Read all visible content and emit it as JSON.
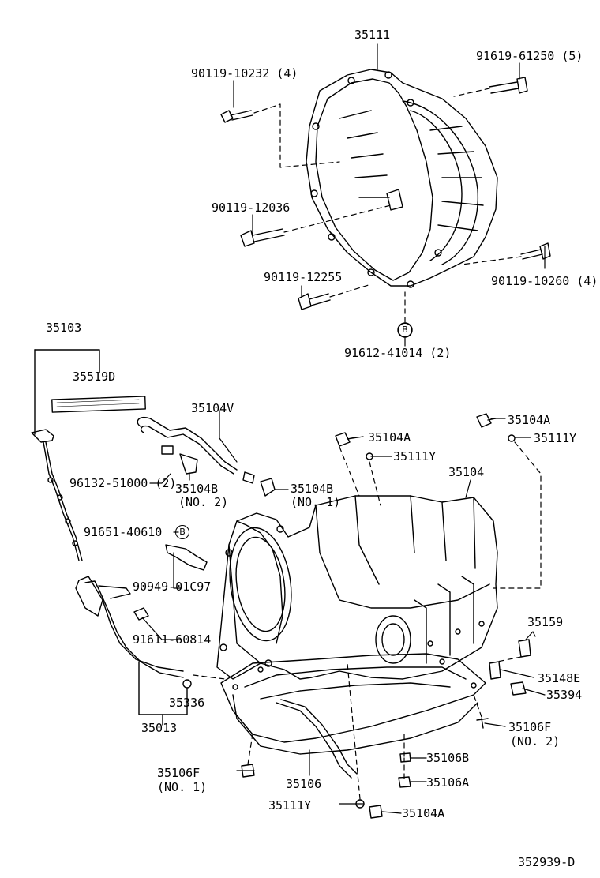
{
  "diagram_code": "352939-D",
  "labels": {
    "p35111": "35111",
    "p91619": "91619-61250 (5)",
    "p90119_10232": "90119-10232 (4)",
    "p90119_12036": "90119-12036",
    "p90119_12255": "90119-12255",
    "p90119_10260": "90119-10260 (4)",
    "p91612": "91612-41014 (2)",
    "ref_b": "B",
    "p35103": "35103",
    "p35519D": "35519D",
    "p35104V": "35104V",
    "p96132": "96132-51000 (2)",
    "p35104B_no2": "35104B",
    "no2_a": "(NO. 2)",
    "p35104B_no1": "35104B",
    "no1_a": "(NO. 1)",
    "p35104A_1": "35104A",
    "p35104A_2": "35104A",
    "p35111Y_1": "35111Y",
    "p35111Y_2": "35111Y",
    "p35104": "35104",
    "p91651": "91651-40610",
    "p90949": "90949-01C97",
    "p91611": "91611-60814",
    "p35159": "35159",
    "p35148E": "35148E",
    "p35394": "35394",
    "p35336": "35336",
    "p35013": "35013",
    "p35106F_no2": "35106F",
    "no2_b": "(NO. 2)",
    "p35106F_no1": "35106F",
    "no1_b": "(NO. 1)",
    "p35106B": "35106B",
    "p35106A": "35106A",
    "p35106": "35106",
    "p35111Y_3": "35111Y",
    "p35104A_3": "35104A"
  }
}
